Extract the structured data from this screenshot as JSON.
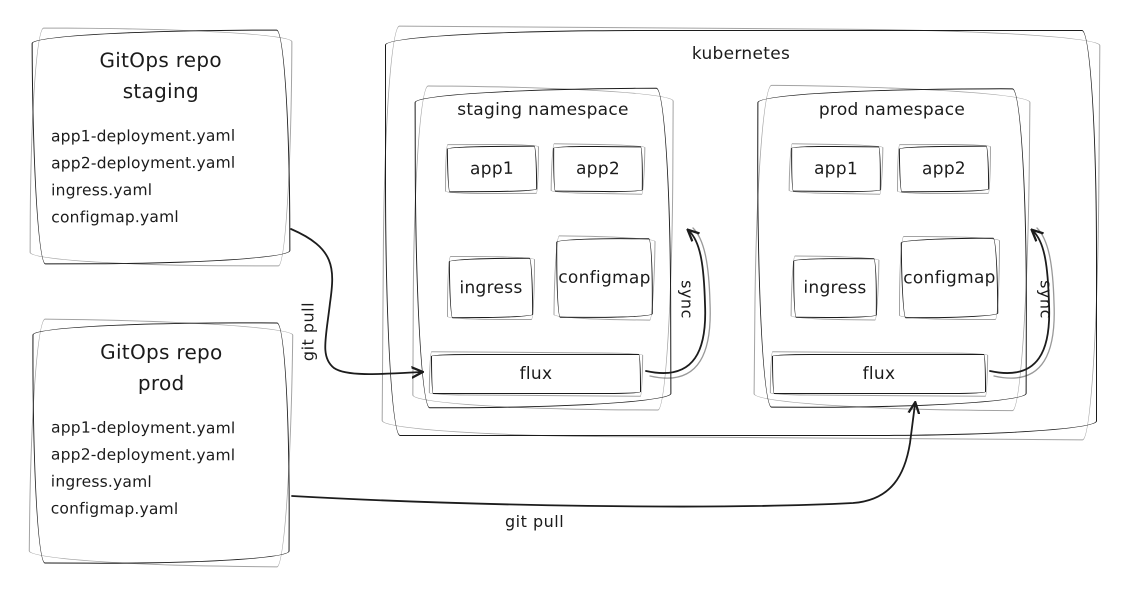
{
  "repos": [
    {
      "title": [
        "GitOps repo",
        "staging"
      ],
      "files": [
        "app1-deployment.yaml",
        "app2-deployment.yaml",
        "ingress.yaml",
        "configmap.yaml"
      ]
    },
    {
      "title": [
        "GitOps repo",
        "prod"
      ],
      "files": [
        "app1-deployment.yaml",
        "app2-deployment.yaml",
        "ingress.yaml",
        "configmap.yaml"
      ]
    }
  ],
  "kubernetes": {
    "label": "kubernetes",
    "namespaces": [
      {
        "label": "staging namespace",
        "apps": [
          "app1",
          "app2"
        ],
        "ingress": "ingress",
        "configmap": "configmap",
        "flux": "flux",
        "sync": "sync"
      },
      {
        "label": "prod namespace",
        "apps": [
          "app1",
          "app2"
        ],
        "ingress": "ingress",
        "configmap": "configmap",
        "flux": "flux",
        "sync": "sync"
      }
    ]
  },
  "edges": {
    "staging_pull": "git pull",
    "prod_pull": "git pull"
  },
  "colors": {
    "ink": "#1c1c1c",
    "background": "#ffffff"
  }
}
